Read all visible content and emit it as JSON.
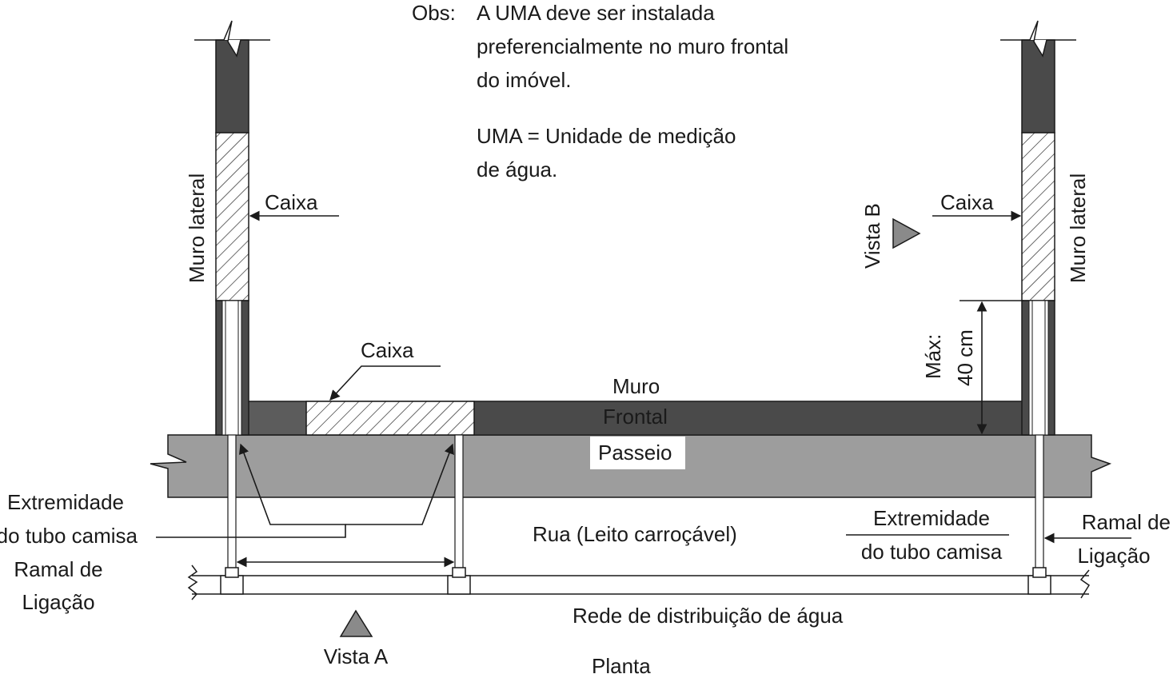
{
  "obs": {
    "prefix": "Obs:",
    "line1": "A UMA deve ser instalada",
    "line2": "preferencialmente no muro frontal",
    "line3": "do imóvel.",
    "def1": "UMA = Unidade de medição",
    "def2": "de água."
  },
  "labels": {
    "muro_lateral_left": "Muro lateral",
    "muro_lateral_right": "Muro lateral",
    "caixa_left": "Caixa",
    "caixa_right": "Caixa",
    "caixa_front": "Caixa",
    "vista_b": "Vista B",
    "vista_a": "Vista A",
    "max_line1": "Máx:",
    "max_line2": "40 cm",
    "muro": "Muro",
    "frontal": "Frontal",
    "passeio": "Passeio",
    "rua": "Rua (Leito carroçável)",
    "extremidade_left_1": "Extremidade",
    "extremidade_left_2": "do tubo camisa",
    "ramal_left_1": "Ramal de",
    "ramal_left_2": "Ligação",
    "extremidade_right_1": "Extremidade",
    "extremidade_right_2": "do  tubo camisa",
    "ramal_right_1": "Ramal de",
    "ramal_right_2": "Ligação",
    "rede": "Rede de distribuição de água",
    "planta": "Planta"
  },
  "colors": {
    "wall_dark": "#4a4a4a",
    "wall_mid": "#5c5c5c",
    "sidewalk": "#9d9d9d",
    "triangle": "#8a8a8a",
    "line": "#1a1a1a"
  }
}
